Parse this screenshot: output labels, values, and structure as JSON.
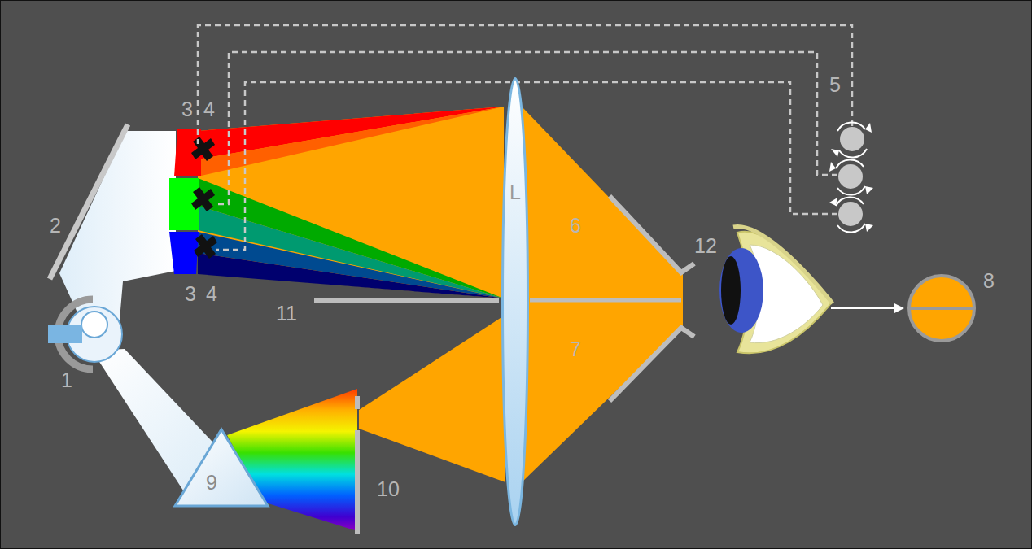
{
  "diagram": {
    "nodes": [
      {
        "text": [
          "L"
        ]
      },
      {
        "text": [
          "9"
        ]
      }
    ],
    "labels": [
      "3",
      "4",
      "5",
      "2",
      "6",
      "12",
      "8",
      "11",
      "1",
      "7",
      "3",
      "4",
      "10"
    ]
  }
}
